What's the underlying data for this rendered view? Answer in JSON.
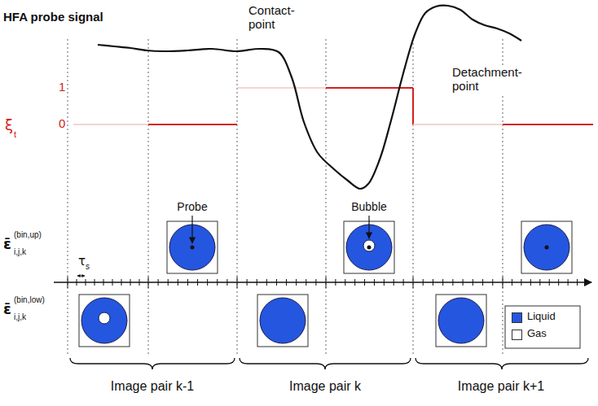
{
  "diagram": {
    "labels": [
      "HFA probe signal",
      "Contact-point",
      "Detachment-point",
      "ξ",
      "t",
      "1",
      "0",
      "ε̄",
      "(bin,up)",
      "i,j,k",
      "Probe",
      "Bubble",
      "τ",
      "s",
      "ε̄",
      "(bin,low)",
      "i,j,k",
      "Image pair k-1",
      "Image pair k",
      "Image pair k+1"
    ],
    "legend": [
      {
        "text": "Liquid",
        "color": "#2456e0"
      },
      {
        "text": "Gas",
        "color": "#ffffff"
      }
    ]
  }
}
